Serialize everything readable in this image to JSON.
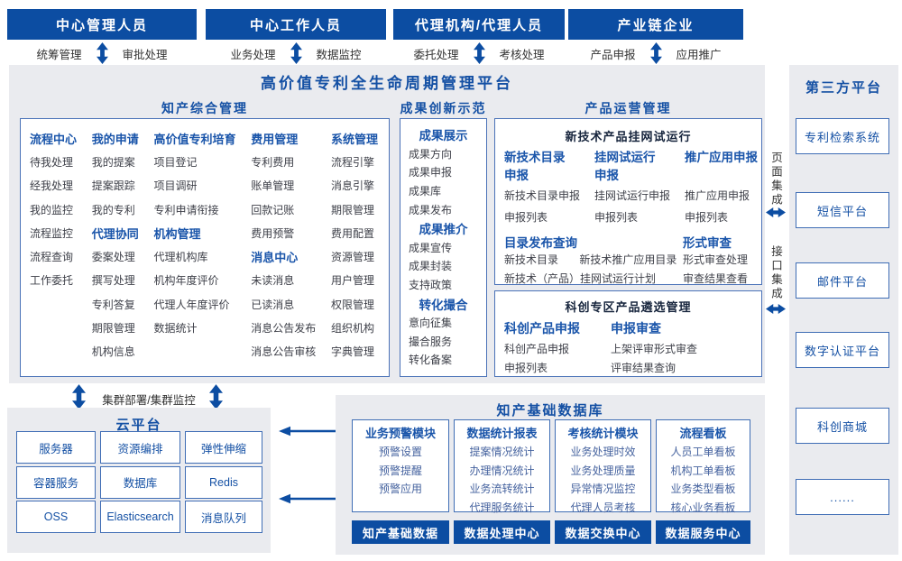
{
  "colors": {
    "primary_dark_blue": "#0c4da2",
    "title_blue": "#1450a4",
    "group_header_blue": "#1a55aa",
    "item_gray": "#3e4049",
    "db_item_blue": "#46639f",
    "box_border_blue": "#3f6db5",
    "panel_bg": "#eaebef"
  },
  "top_actors": [
    {
      "label": "中心管理人员",
      "left": "统筹管理",
      "right": "审批处理"
    },
    {
      "label": "中心工作人员",
      "left": "业务处理",
      "right": "数据监控"
    },
    {
      "label": "代理机构/代理人员",
      "left": "委托处理",
      "right": "考核处理"
    },
    {
      "label": "产业链企业",
      "left": "产品申报",
      "right": "应用推广"
    }
  ],
  "platform": {
    "title": "高价值专利全生命周期管理平台",
    "sections": {
      "zhichan": {
        "title": "知产综合管理",
        "columns": [
          [
            {
              "t": "流程中心",
              "h": true
            },
            {
              "t": "待我处理"
            },
            {
              "t": "经我处理"
            },
            {
              "t": "我的监控"
            },
            {
              "t": "流程监控"
            },
            {
              "t": "流程查询"
            },
            {
              "t": "工作委托"
            }
          ],
          [
            {
              "t": "我的申请",
              "h": true
            },
            {
              "t": "我的提案"
            },
            {
              "t": "提案跟踪"
            },
            {
              "t": "我的专利"
            },
            {
              "t": "代理协同",
              "h": true
            },
            {
              "t": "委案处理"
            },
            {
              "t": "撰写处理"
            },
            {
              "t": "专利答复"
            },
            {
              "t": "期限管理"
            },
            {
              "t": "机构信息"
            }
          ],
          [
            {
              "t": "高价值专利培育",
              "h": true
            },
            {
              "t": "项目登记"
            },
            {
              "t": "项目调研"
            },
            {
              "t": "专利申请衔接"
            },
            {
              "t": "机构管理",
              "h": true
            },
            {
              "t": "代理机构库"
            },
            {
              "t": "机构年度评价"
            },
            {
              "t": "代理人年度评价"
            },
            {
              "t": "数据统计"
            }
          ],
          [
            {
              "t": "费用管理",
              "h": true
            },
            {
              "t": "专利费用"
            },
            {
              "t": "账单管理"
            },
            {
              "t": "回款记账"
            },
            {
              "t": "费用预警"
            },
            {
              "t": "消息中心",
              "h": true
            },
            {
              "t": "未读消息"
            },
            {
              "t": "已读消息"
            },
            {
              "t": "消息公告发布"
            },
            {
              "t": "消息公告审核"
            }
          ],
          [
            {
              "t": "系统管理",
              "h": true
            },
            {
              "t": "流程引擎"
            },
            {
              "t": "消息引擎"
            },
            {
              "t": "期限管理"
            },
            {
              "t": "费用配置"
            },
            {
              "t": "资源管理"
            },
            {
              "t": "用户管理"
            },
            {
              "t": "权限管理"
            },
            {
              "t": "组织机构"
            },
            {
              "t": "字典管理"
            }
          ]
        ]
      },
      "chengguo": {
        "title": "成果创新示范",
        "rows": [
          {
            "t": "成果展示",
            "h": true
          },
          {
            "t": "成果方向"
          },
          {
            "t": "成果申报"
          },
          {
            "t": "成果库"
          },
          {
            "t": "成果发布"
          },
          {
            "t": "成果推介",
            "h": true
          },
          {
            "t": "成果宣传"
          },
          {
            "t": "成果封装"
          },
          {
            "t": "支持政策"
          },
          {
            "t": "转化撮合",
            "h": true
          },
          {
            "t": "意向征集"
          },
          {
            "t": "撮合服务"
          },
          {
            "t": "转化备案"
          }
        ]
      },
      "chanpin": {
        "title": "产品运营管理",
        "box1": {
          "title": "新技术产品挂网试运行",
          "groups": [
            {
              "header": "新技术目录申报",
              "items": [
                "新技术目录申报",
                "申报列表"
              ]
            },
            {
              "header": "挂网试运行申报",
              "items": [
                "挂网试运行申报",
                "申报列表"
              ]
            },
            {
              "header": "推广应用申报",
              "items": [
                "推广应用申报",
                "申报列表"
              ]
            }
          ],
          "catalog": {
            "header": "目录发布查询",
            "row1": [
              "新技术目录",
              "新技术推广应用目录"
            ],
            "row2": "新技术（产品）挂网试运行计划"
          },
          "review": {
            "header": "形式审查",
            "items": [
              "形式审查处理",
              "审查结果查看"
            ]
          }
        },
        "box2": {
          "title": "科创专区产品遴选管理",
          "groups": [
            {
              "header": "科创产品申报",
              "items": [
                "科创产品申报",
                "申报列表"
              ]
            },
            {
              "header": "申报审查",
              "items": [
                "上架评审形式审查",
                "评审结果查询"
              ]
            }
          ]
        }
      }
    }
  },
  "integration": {
    "page": "页面集成",
    "api": "接口集成"
  },
  "third_party": {
    "title": "第三方平台",
    "items": [
      "专利检索系统",
      "短信平台",
      "邮件平台",
      "数字认证平台",
      "科创商城",
      "......"
    ]
  },
  "cluster_label": "集群部署/集群监控",
  "cloud": {
    "title": "云平台",
    "cells": [
      "服务器",
      "资源编排",
      "弹性伸缩",
      "容器服务",
      "数据库",
      "Redis",
      "OSS",
      "Elasticsearch",
      "消息队列"
    ]
  },
  "database": {
    "title": "知产基础数据库",
    "modules": [
      {
        "header": "业务预警模块",
        "items": [
          "预警设置",
          "预警提醒",
          "预警应用"
        ]
      },
      {
        "header": "数据统计报表",
        "items": [
          "提案情况统计",
          "办理情况统计",
          "业务流转统计",
          "代理服务统计"
        ]
      },
      {
        "header": "考核统计模块",
        "items": [
          "业务处理时效",
          "业务处理质量",
          "异常情况监控",
          "代理人员考核"
        ]
      },
      {
        "header": "流程看板",
        "items": [
          "人员工单看板",
          "机构工单看板",
          "业务类型看板",
          "核心业务看板"
        ]
      }
    ],
    "centers": [
      "知产基础数据",
      "数据处理中心",
      "数据交换中心",
      "数据服务中心"
    ]
  }
}
